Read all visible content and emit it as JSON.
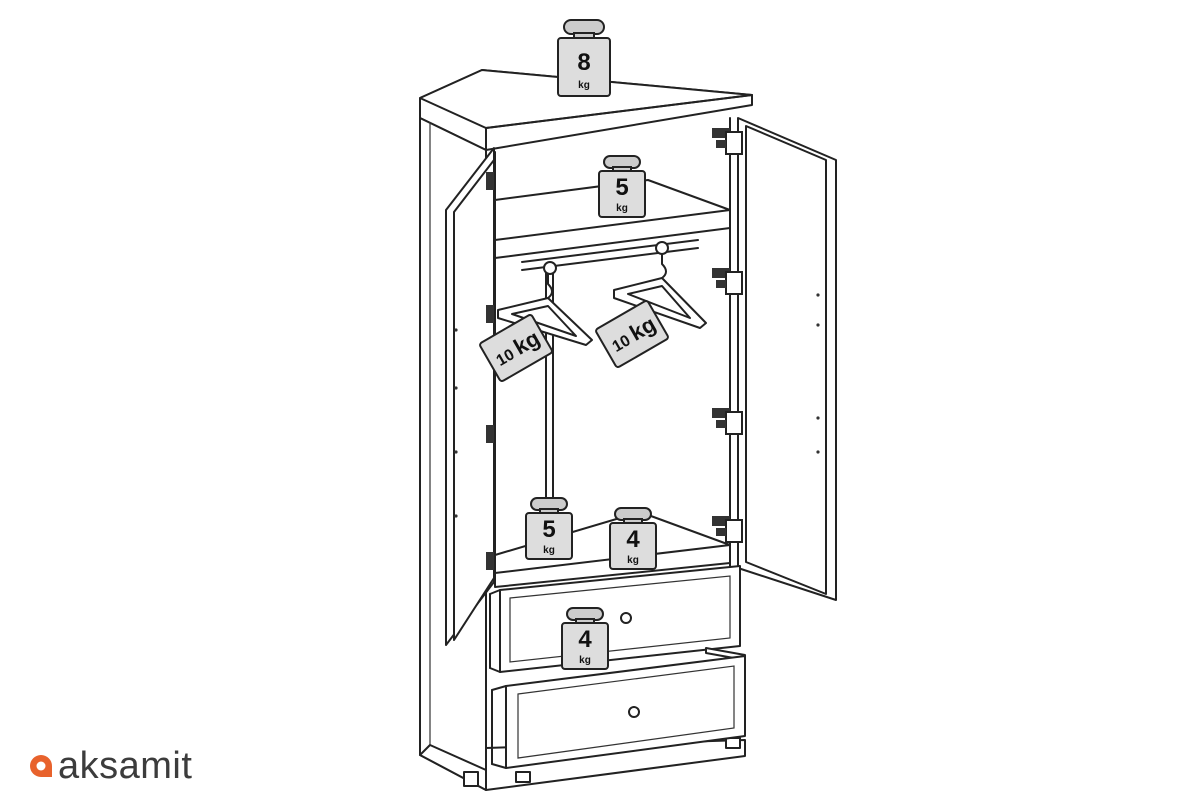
{
  "brand": {
    "name": "aksamit",
    "accent_color": "#e8622c"
  },
  "weights": [
    {
      "value": "8",
      "unit": "kg"
    },
    {
      "value": "5",
      "unit": "kg"
    },
    {
      "value": "5",
      "unit": "kg"
    },
    {
      "value": "4",
      "unit": "kg"
    },
    {
      "value": "4",
      "unit": "kg"
    }
  ],
  "hanger_tags": [
    {
      "value": "10",
      "unit": "kg"
    },
    {
      "value": "10",
      "unit": "kg"
    }
  ],
  "icons": [
    "weight-icon",
    "hanger-icon",
    "handle-icon",
    "hinge-icon"
  ]
}
